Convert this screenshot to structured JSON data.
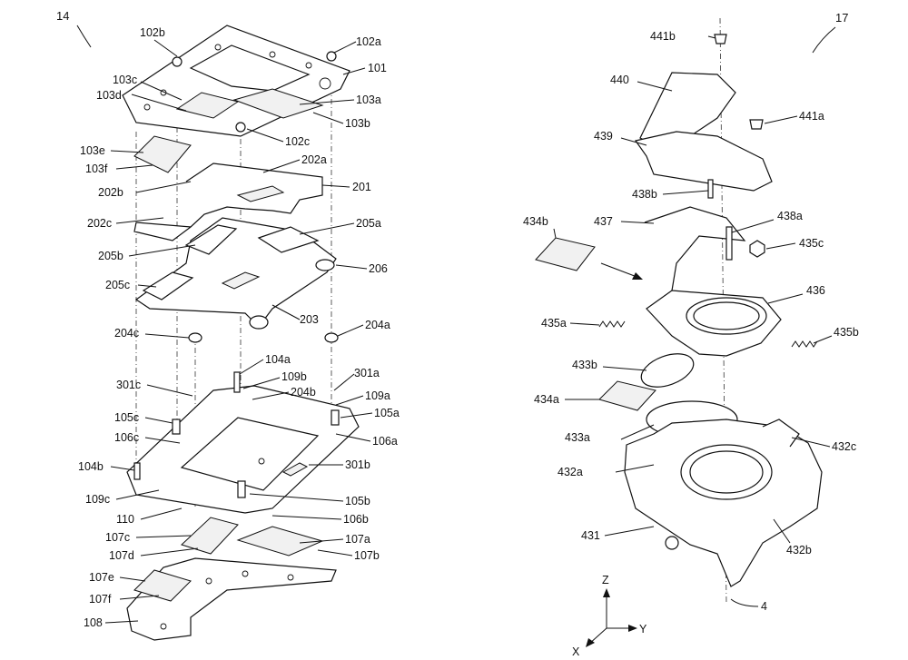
{
  "left_assembly": {
    "figure_ref": "14",
    "labels": {
      "l102b": "102b",
      "l102a": "102a",
      "l101": "101",
      "l103c": "103c",
      "l103d": "103d",
      "l103a": "103a",
      "l103b": "103b",
      "l102c": "102c",
      "l103e": "103e",
      "l103f": "103f",
      "l202a": "202a",
      "l201": "201",
      "l202b": "202b",
      "l202c": "202c",
      "l205a": "205a",
      "l205b": "205b",
      "l206": "206",
      "l205c": "205c",
      "l203": "203",
      "l204c": "204c",
      "l204a": "204a",
      "l104a": "104a",
      "l109b": "109b",
      "l301a": "301a",
      "l301c": "301c",
      "l204b": "204b",
      "l109a": "109a",
      "l105c": "105c",
      "l105a": "105a",
      "l106c": "106c",
      "l106a": "106a",
      "l104b": "104b",
      "l301b": "301b",
      "l109c": "109c",
      "l105b": "105b",
      "l110": "110",
      "l106b": "106b",
      "l107c": "107c",
      "l107a": "107a",
      "l107d": "107d",
      "l107b": "107b",
      "l107e": "107e",
      "l107f": "107f",
      "l108": "108"
    }
  },
  "right_assembly": {
    "figure_ref": "17",
    "labels": {
      "l441b": "441b",
      "l440": "440",
      "l441a": "441a",
      "l439": "439",
      "l438b": "438b",
      "l434b": "434b",
      "l437": "437",
      "l438a": "438a",
      "l435c": "435c",
      "l436": "436",
      "l435a": "435a",
      "l435b": "435b",
      "l433b": "433b",
      "l434a": "434a",
      "l433a": "433a",
      "l432c": "432c",
      "l432a": "432a",
      "l431": "431",
      "l432b": "432b",
      "l4": "4"
    }
  },
  "axes": {
    "z": "Z",
    "y": "Y",
    "x": "X"
  }
}
